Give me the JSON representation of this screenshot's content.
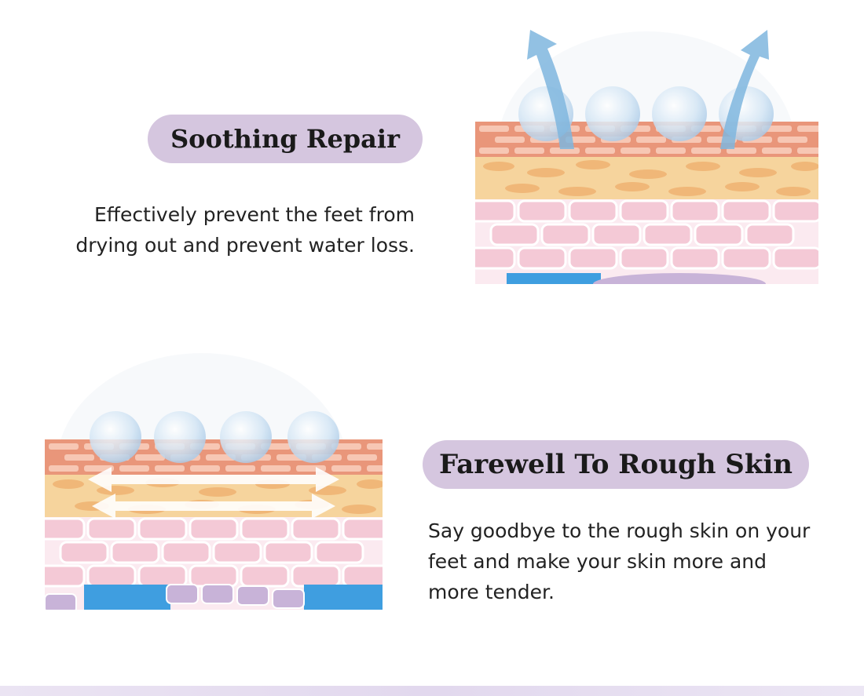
{
  "section1": {
    "title": "Soothing Repair",
    "description": "Effectively prevent the feet from drying out and prevent water loss."
  },
  "section2": {
    "title": "Farewell To Rough Skin",
    "description": "Say goodbye to the rough skin on your feet and make your skin more and more tender."
  },
  "colors": {
    "pill_background": "#d5c6df",
    "water_arrow": "#7fb6de",
    "skin_surface": "#e9967a",
    "fat_layer": "#f3c98f",
    "dermis": "#f7d9e2",
    "basal_layer": "#c8b3d8"
  },
  "illustrations": {
    "skin1": "skin-layers-with-upward-water-arrows",
    "skin2": "skin-layers-with-horizontal-spread-arrows"
  }
}
